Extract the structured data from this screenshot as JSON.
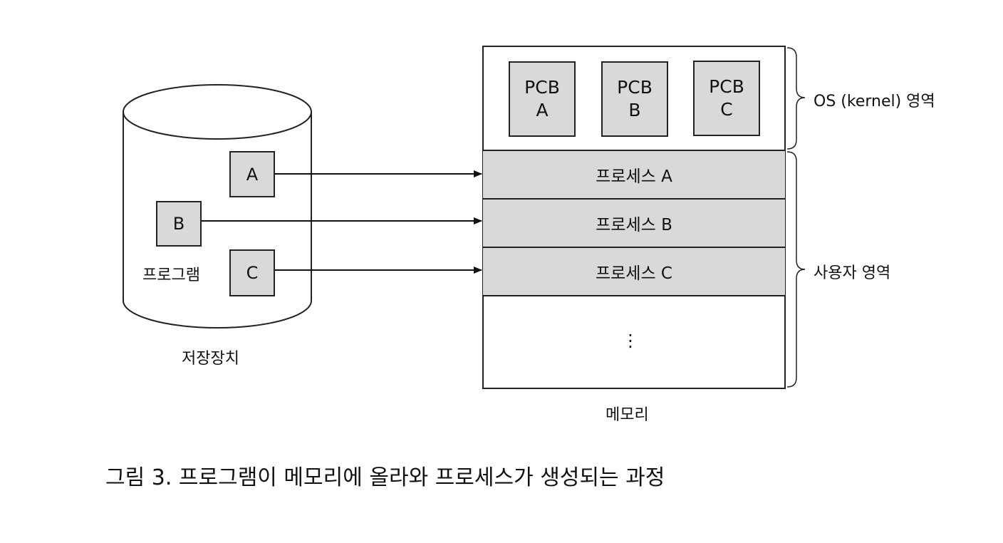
{
  "diagram": {
    "storage": {
      "label": "저장장치",
      "program_label": "프로그램",
      "programs": [
        "A",
        "B",
        "C"
      ]
    },
    "memory": {
      "label": "메모리",
      "pcbs": [
        {
          "line1": "PCB",
          "line2": "A"
        },
        {
          "line1": "PCB",
          "line2": "B"
        },
        {
          "line1": "PCB",
          "line2": "C"
        }
      ],
      "processes": [
        "프로세스 A",
        "프로세스 B",
        "프로세스 C"
      ],
      "ellipsis": "⋮",
      "os_region_label": "OS (kernel) 영역",
      "user_region_label": "사용자 영역"
    },
    "caption": "그림 3. 프로그램이 메모리에 올라와 프로세스가 생성되는 과정"
  }
}
